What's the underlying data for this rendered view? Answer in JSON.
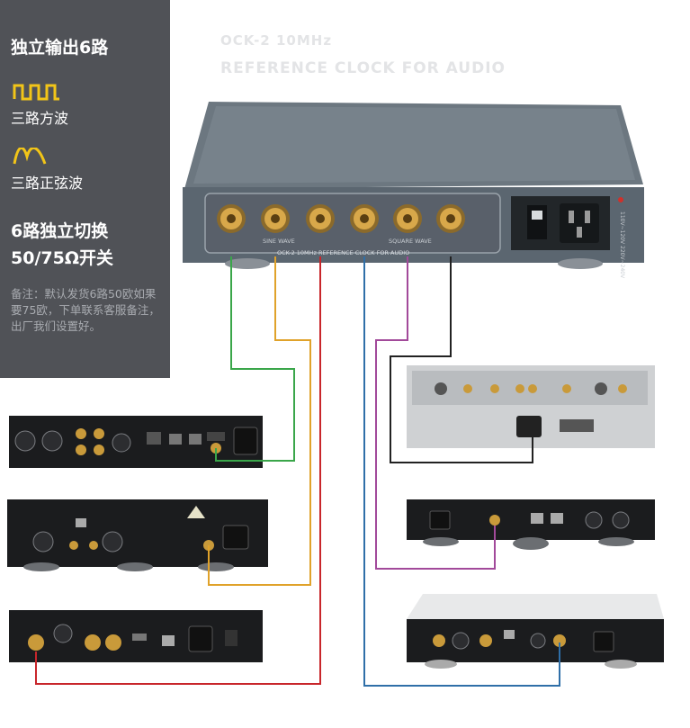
{
  "sidebar": {
    "title": "独立输出6路",
    "square_label": "三路方波",
    "sine_label": "三路正弦波",
    "switch_line1": "6路独立切换",
    "switch_line2": "50/75Ω开关",
    "note": "备注：默认发货6路50欧如果要75欧，下单联系客服备注，出厂我们设置好。"
  },
  "header": {
    "line1": "OCK-2 10MHz",
    "line2": "REFERENCE CLOCK FOR AUDIO"
  },
  "device": {
    "front_text": "OCK-2  10MHz REFERENCE CLOCK FOR AUDIO",
    "sine_text": "SINE WAVE",
    "square_text": "SQUARE WAVE",
    "voltage_text": "110V~120V  220V~240V"
  },
  "cable_colors": {
    "green": "#3aa64a",
    "orange": "#e0a22a",
    "red": "#c8262b",
    "blue": "#2f6fa8",
    "purple": "#a24a9a",
    "black": "#222222"
  },
  "colors": {
    "sidebar_bg": "#505257",
    "wave_icon": "#f2c518",
    "gold": "#c99a3a",
    "device_grey": "#5b6670"
  }
}
